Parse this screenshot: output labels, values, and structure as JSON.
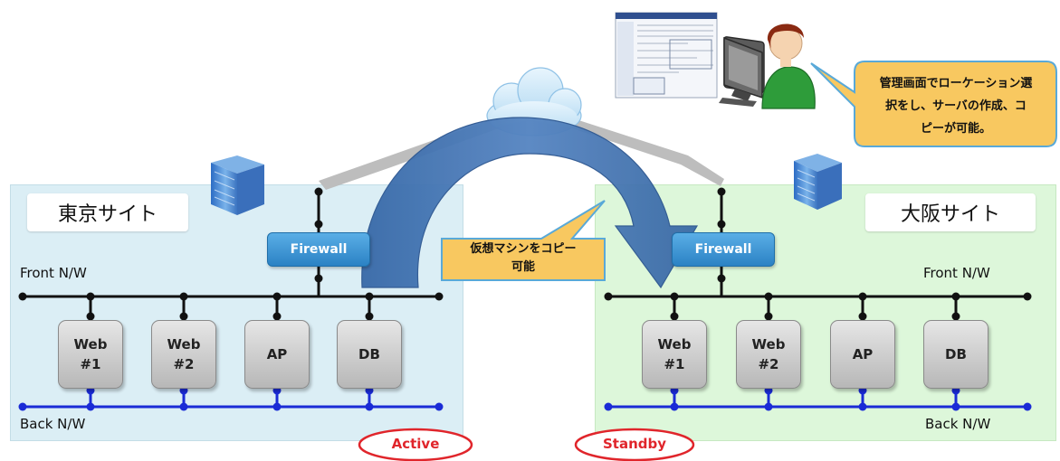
{
  "sites": {
    "tokyo": {
      "label": "東京サイト",
      "firewall": "Firewall",
      "front_nw": "Front N/W",
      "back_nw": "Back N/W",
      "servers": [
        {
          "line1": "Web",
          "line2": "#1"
        },
        {
          "line1": "Web",
          "line2": "#2"
        },
        {
          "line1": "AP",
          "line2": ""
        },
        {
          "line1": "DB",
          "line2": ""
        }
      ],
      "status": "Active"
    },
    "osaka": {
      "label": "大阪サイト",
      "firewall": "Firewall",
      "front_nw": "Front N/W",
      "back_nw": "Back N/W",
      "servers": [
        {
          "line1": "Web",
          "line2": "#1"
        },
        {
          "line1": "Web",
          "line2": "#2"
        },
        {
          "line1": "AP",
          "line2": ""
        },
        {
          "line1": "DB",
          "line2": ""
        }
      ],
      "status": "Standby"
    }
  },
  "callouts": {
    "copy_line1": "仮想マシンをコピー",
    "copy_line2": "可能",
    "admin_line1": "管理画面でローケーション選",
    "admin_line2": "択をし、サーバの作成、コ",
    "admin_line3": "ピーが可能。"
  },
  "colors": {
    "tokyo_bg": "#dbeef5",
    "osaka_bg": "#ddf7da",
    "front_line": "#111111",
    "back_line": "#1a2bd6",
    "arrow": "#3a6aa5",
    "callout_fill": "#f8c860",
    "status_red": "#e0252b"
  },
  "icons": [
    "cloud-icon",
    "building-icon",
    "admin-user-icon",
    "monitor-icon",
    "management-screen-icon"
  ]
}
